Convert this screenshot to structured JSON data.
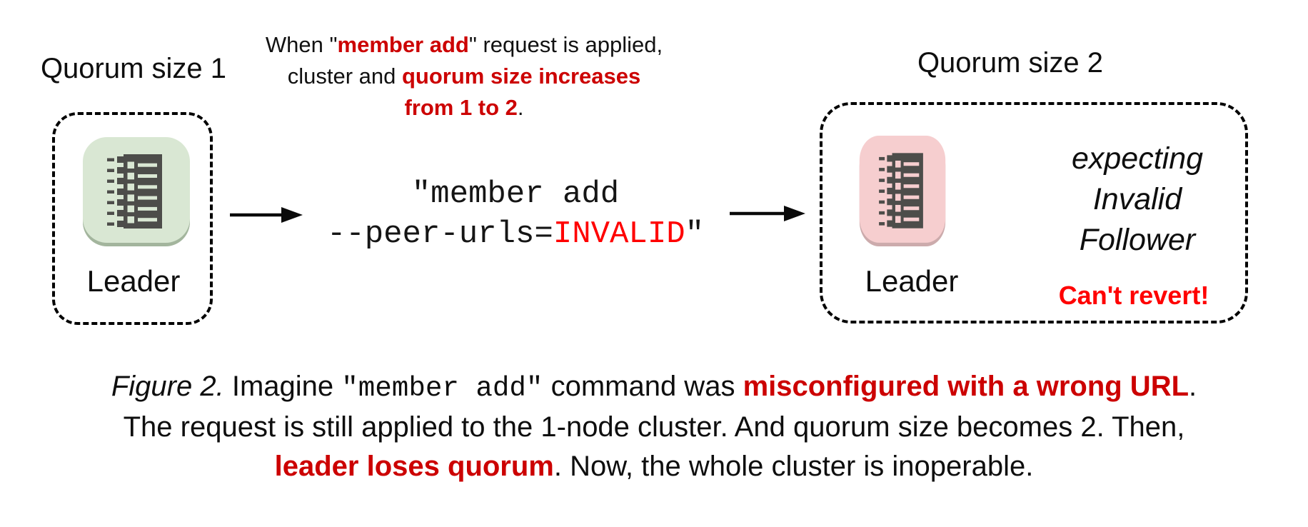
{
  "diagram": {
    "left": {
      "heading": "Quorum size 1",
      "node_label": "Leader"
    },
    "annotation": {
      "l1_pre": "When \"",
      "l1_red": "member add",
      "l1_post": "\" request is applied,",
      "l2_pre": "cluster and ",
      "l2_red": "quorum size increases",
      "l3_red": "from 1 to 2",
      "l3_post": "."
    },
    "command": {
      "line1": "\"member add",
      "line2_pre": "--peer-urls=",
      "line2_invalid": "INVALID",
      "line2_close": "\""
    },
    "right": {
      "heading": "Quorum size 2",
      "node_label": "Leader",
      "expecting_lines": [
        "expecting",
        "Invalid",
        "Follower"
      ],
      "warning": "Can't revert!"
    }
  },
  "caption": {
    "figure_label": "Figure 2.",
    "seg_imagine": " Imagine ",
    "mono_command": "\"member add\"",
    "seg_command_was": " command was ",
    "red_misconfigured": "misconfigured with a wrong URL",
    "seg_period": ".",
    "line2": "The request is still applied to the 1-node cluster. And quorum size becomes 2. Then,",
    "red_leader_loses": "leader loses quorum",
    "seg_rest": ". Now, the whole cluster is inoperable."
  },
  "colors": {
    "red_dark": "#cc0000",
    "red_bright": "#ff0000",
    "icon_glyph": "#4d4d4a",
    "icon_green_bg": "#d9e7d3",
    "icon_green_edge": "#a3b59d",
    "icon_pink_bg": "#f6cecf",
    "icon_pink_edge": "#ccabac"
  }
}
